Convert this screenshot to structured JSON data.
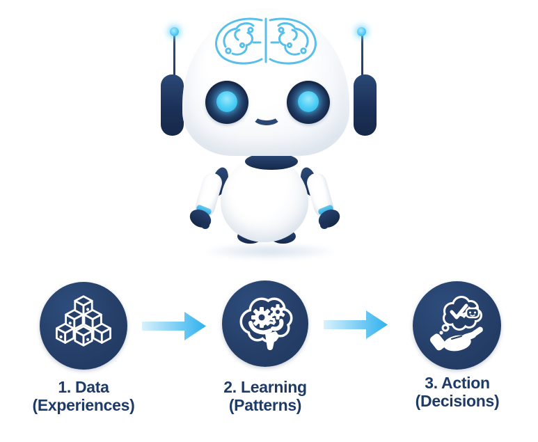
{
  "colors": {
    "navy": "#1d3560",
    "circle": "#253f68",
    "label": "#1e3a66",
    "cyan": "#41c4f1",
    "brainline": "#58bfe9",
    "arrow_start": "#d9f1fc",
    "arrow_end": "#2fb1ee",
    "bg": "#ffffff"
  },
  "robot": {
    "icon": "robot-mascot-illustration"
  },
  "steps": [
    {
      "title": "1. Data",
      "subtitle": "(Experiences)",
      "icon": "data-cubes-icon"
    },
    {
      "title": "2. Learning",
      "subtitle": "(Patterns)",
      "icon": "brain-gears-icon"
    },
    {
      "title": "3. Action",
      "subtitle": "(Decisions)",
      "icon": "decision-hand-icon"
    }
  ],
  "arrow_icon": "arrow-right-icon"
}
